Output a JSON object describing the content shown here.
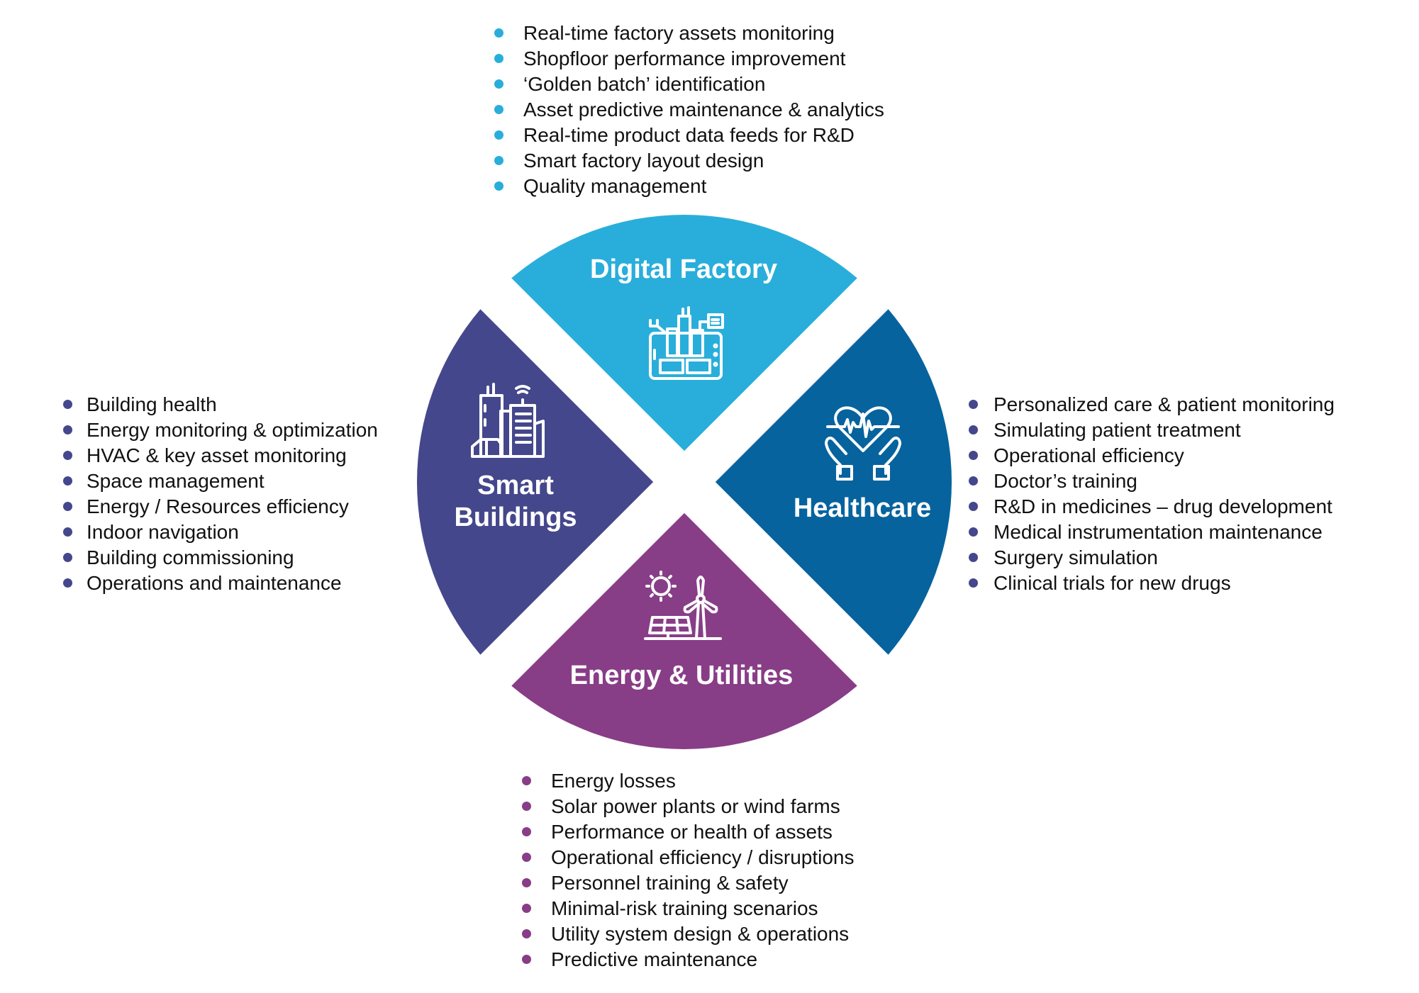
{
  "colors": {
    "digital_factory": "#29AEDB",
    "smart_buildings": "#45478C",
    "healthcare": "#06639E",
    "energy_utilities": "#883D87",
    "text": "#111111",
    "label": "#ffffff"
  },
  "segments": {
    "digital_factory": {
      "title": "Digital Factory",
      "icon": "smart-factory-icon",
      "bullet_color": "#29AEDB",
      "items": [
        "Real-time factory assets monitoring",
        "Shopfloor performance improvement",
        "‘Golden batch’ identification",
        "Asset predictive maintenance & analytics",
        "Real-time product data feeds for R&D",
        "Smart factory layout design",
        "Quality management"
      ]
    },
    "smart_buildings": {
      "title_line1": "Smart",
      "title_line2": "Buildings",
      "icon": "smart-buildings-icon",
      "bullet_color": "#45478C",
      "items": [
        "Building health",
        "Energy monitoring & optimization",
        "HVAC & key asset monitoring",
        "Space management",
        "Energy / Resources efficiency",
        "Indoor navigation",
        "Building commissioning",
        "Operations and maintenance"
      ]
    },
    "healthcare": {
      "title": "Healthcare",
      "icon": "heart-in-hands-icon",
      "bullet_color": "#45478C",
      "items": [
        "Personalized care & patient monitoring",
        "Simulating patient treatment",
        "Operational efficiency",
        "Doctor’s training",
        "R&D in medicines – drug development",
        "Medical instrumentation maintenance",
        "Surgery simulation",
        "Clinical trials for new drugs"
      ]
    },
    "energy_utilities": {
      "title": "Energy & Utilities",
      "icon": "solar-wind-icon",
      "bullet_color": "#883D87",
      "items": [
        "Energy losses",
        "Solar power plants or wind farms",
        "Performance or health of assets",
        "Operational efficiency / disruptions",
        "Personnel training & safety",
        "Minimal-risk training scenarios",
        "Utility system design & operations",
        "Predictive maintenance"
      ]
    }
  }
}
